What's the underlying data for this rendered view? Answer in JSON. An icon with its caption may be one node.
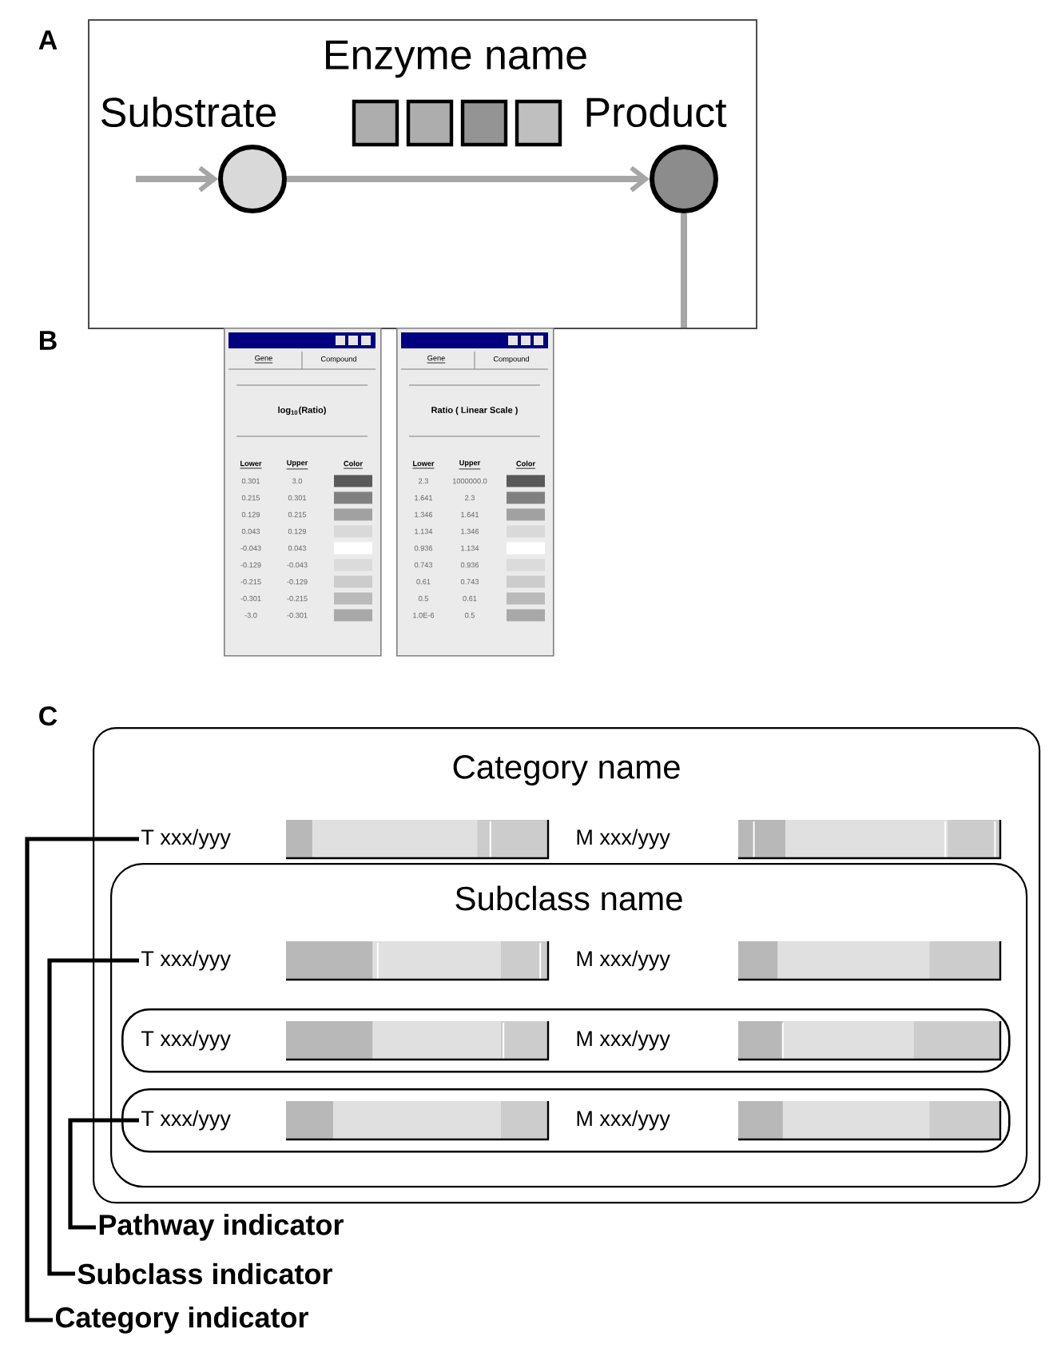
{
  "diagram": {
    "nodes": [
      {
        "text": [],
        "shape": "box"
      },
      {
        "text": [
          "Substrate"
        ],
        "in": 0
      },
      {
        "text": [],
        "shape": "box",
        "in": 0
      },
      {
        "text": [],
        "shape": "box",
        "in": 0
      },
      {
        "text": [],
        "shape": "box",
        "in": 0
      },
      {
        "text": [],
        "shape": "box",
        "in": 0
      },
      {
        "text": [
          "Product"
        ],
        "in": 0
      },
      {
        "text": [
          "Gene",
          "Compound",
          "log$_{10}$(Ratio)",
          "Lower",
          "Upper",
          "Color",
          "0.301",
          "3.0",
          "0.215",
          "0.301",
          "0.129",
          "0.215",
          "0.043",
          "0.129",
          "-0.043",
          "0.043",
          "-0.129",
          "-0.043",
          "-0.215",
          "-0.129",
          "-0.301",
          "-0.215",
          "-3.0",
          "-0.301"
        ]
      },
      {
        "text": [
          "Gene",
          "Compound",
          "Ratio ( Linear Scale )",
          "Lower",
          "Upper",
          "Color",
          "2.3",
          "1000000.0",
          "1.641",
          "2.3",
          "1.346",
          "1.641",
          "1.134",
          "1.346",
          "0.936",
          "1.134",
          "0.743",
          "0.936",
          "0.61",
          "0.743",
          "0.5",
          "0.61",
          "1.0E-6",
          "0.5"
        ]
      },
      {
        "text": [
          "Category name"
        ]
      },
      {
        "text": [
          "T xxx/yyy"
        ],
        "in": 9
      },
      {
        "text": [
          "M xxx/yyy"
        ],
        "in": 9
      },
      {
        "text": [
          "Subclass name"
        ],
        "in": 9
      },
      {
        "text": [
          "T xxx/yyy"
        ],
        "in": 12
      },
      {
        "text": [
          "M xxx/yyy"
        ],
        "in": 12
      },
      {
        "text": [],
        "shape": "box",
        "in": 12
      },
      {
        "text": [
          "T xxx/yyy"
        ],
        "in": 15
      },
      {
        "text": [
          "M xxx/yyy"
        ],
        "in": 15
      },
      {
        "text": [],
        "shape": "box",
        "in": 12
      },
      {
        "text": [
          "T xxx/yyy"
        ],
        "in": 18
      },
      {
        "text": [
          "M xxx/yyy"
        ],
        "in": 18
      },
      {
        "text": [
          "Pathway indicator"
        ]
      },
      {
        "text": [
          "Subclass indicator"
        ]
      },
      {
        "text": [
          "Category indicator"
        ]
      }
    ],
    "edges": [
      {
        "from": null,
        "to": 1,
        "arrow": "to",
        "color": "#a6a6a6"
      },
      {
        "from": 1,
        "to": 6,
        "arrow": "to",
        "color": "#a6a6a6"
      },
      {
        "from": 6,
        "to": null,
        "arrow": "none",
        "color": "#a6a6a6"
      },
      {
        "from": 21,
        "to": 19,
        "arrow": "none",
        "color": "#000000"
      },
      {
        "from": 22,
        "to": 13,
        "arrow": "none",
        "color": "#000000"
      },
      {
        "from": 23,
        "to": 10,
        "arrow": "none",
        "color": "#000000"
      }
    ],
    "labels": [
      "A",
      "Enzyme name",
      "B",
      "C"
    ]
  }
}
